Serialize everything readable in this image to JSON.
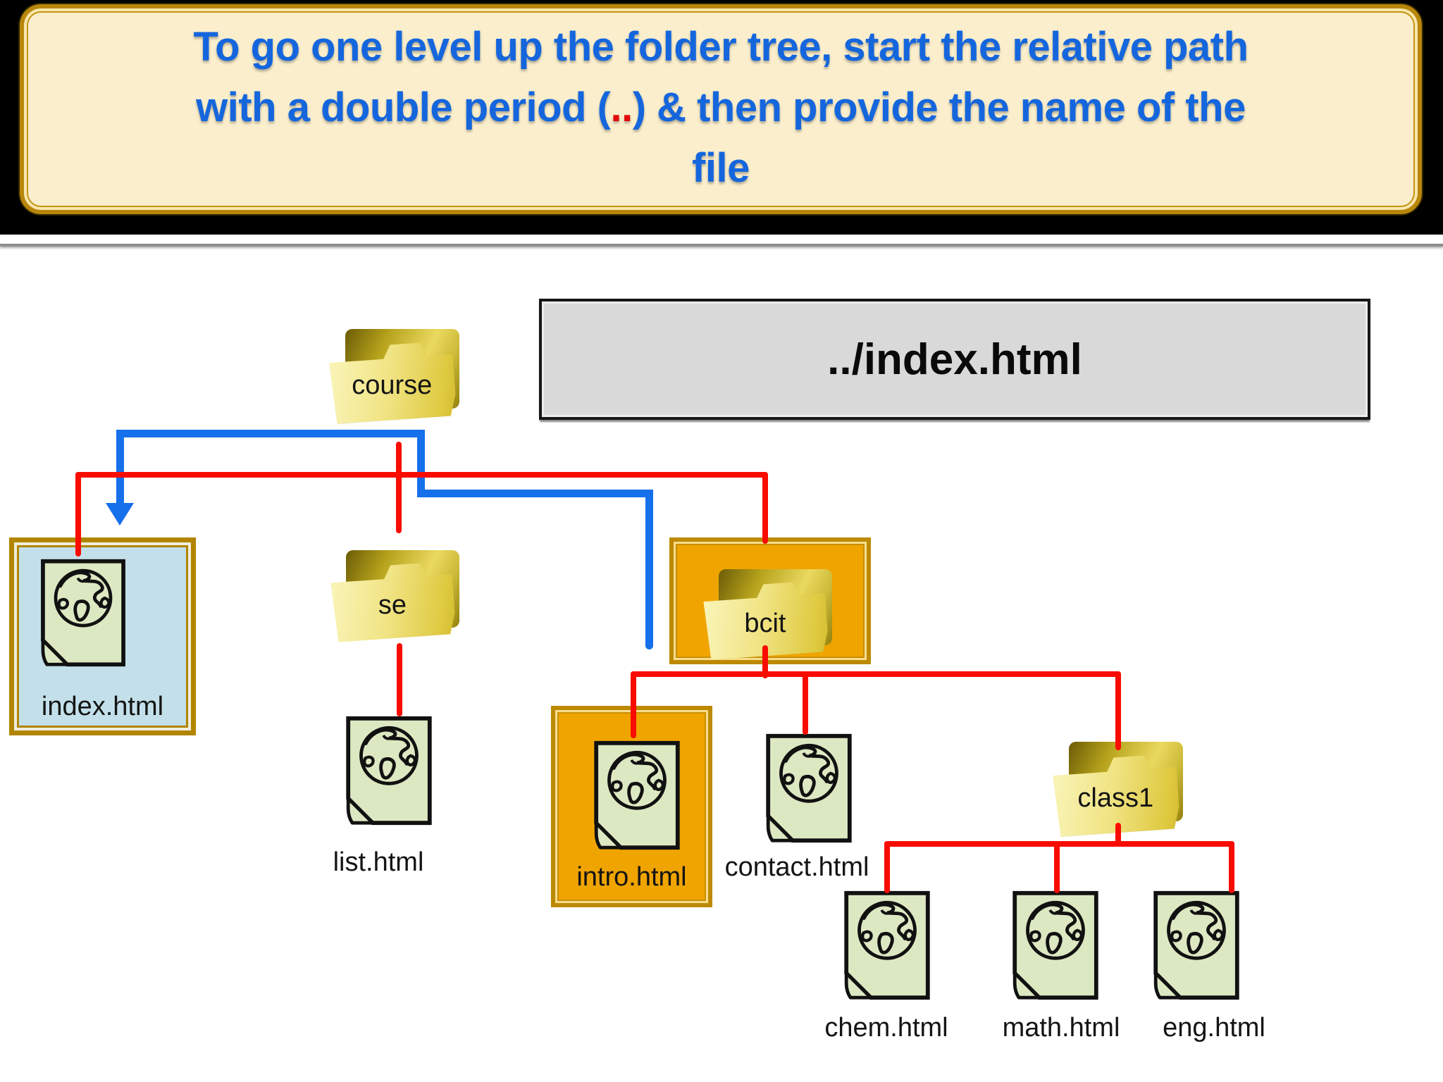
{
  "header": {
    "title_line1": "To go one level up the folder tree, start the relative path",
    "title_line2_pre": "with a double period (",
    "title_line2_dots": "..",
    "title_line2_post": ") & then provide the name of the",
    "title_line3": "file"
  },
  "diagram": {
    "path_box": {
      "label": "../index.html"
    },
    "nodes": {
      "course": {
        "label": "course",
        "type": "folder"
      },
      "index": {
        "label": "index.html",
        "type": "file",
        "highlight": "blue-box"
      },
      "se": {
        "label": "se",
        "type": "folder"
      },
      "bcit": {
        "label": "bcit",
        "type": "folder",
        "highlight": "orange-box"
      },
      "list": {
        "label": "list.html",
        "type": "file"
      },
      "intro": {
        "label": "intro.html",
        "type": "file",
        "highlight": "orange-box"
      },
      "contact": {
        "label": "contact.html",
        "type": "file"
      },
      "class1": {
        "label": "class1",
        "type": "folder"
      },
      "chem": {
        "label": "chem.html",
        "type": "file"
      },
      "math": {
        "label": "math.html",
        "type": "file"
      },
      "eng": {
        "label": "eng.html",
        "type": "file"
      }
    }
  },
  "colors": {
    "accent_blue": "#1566dd",
    "accent_red": "#e30b0b",
    "arrow_blue": "#1770eb",
    "connector_red": "#f90c00",
    "banner_fill": "#faeecc",
    "gold_border": "#b8860b",
    "path_box_fill": "#d9d9d9",
    "highlight_orange": "#f0a400",
    "highlight_blue_fill": "#c3e0ea",
    "file_fill": "#dce8c2"
  }
}
